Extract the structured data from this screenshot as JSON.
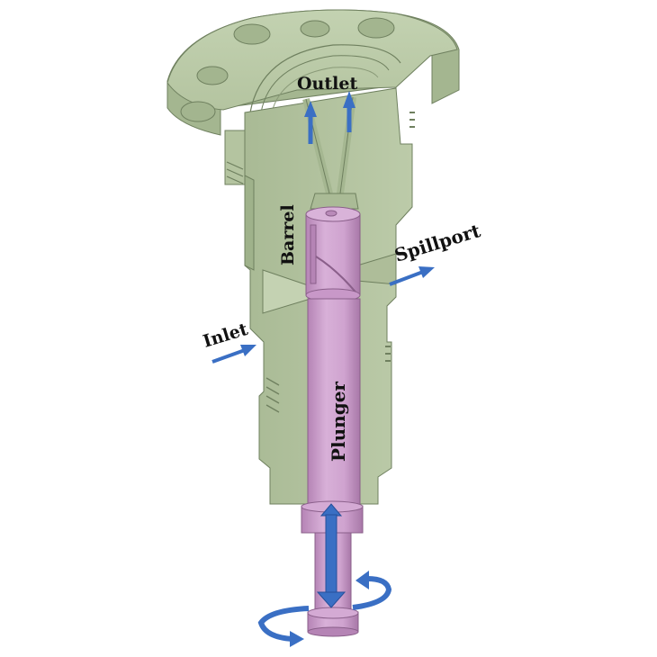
{
  "diagram": {
    "subject": "Fuel injection pump element cross-section",
    "labels": {
      "outlet": "Outlet",
      "barrel": "Barrel",
      "spillport": "Spillport",
      "inlet": "Inlet",
      "plunger": "Plunger"
    },
    "components": [
      {
        "name": "Barrel",
        "color": "#b9c9a6"
      },
      {
        "name": "Plunger",
        "color": "#cfa3cf"
      }
    ],
    "arrows": [
      {
        "name": "outlet-flow-left",
        "direction": "up"
      },
      {
        "name": "outlet-flow-right",
        "direction": "up"
      },
      {
        "name": "spillport-flow",
        "direction": "out-right"
      },
      {
        "name": "inlet-flow",
        "direction": "in-right"
      },
      {
        "name": "plunger-stroke",
        "direction": "up-down"
      },
      {
        "name": "plunger-rotation",
        "direction": "rotate"
      }
    ],
    "colors": {
      "barrel_face": "#b9c9a6",
      "barrel_shadow": "#9fb28b",
      "barrel_edge": "#6f805f",
      "plunger_face": "#cfa3cf",
      "plunger_shadow": "#b584b5",
      "plunger_edge": "#8a5f8a",
      "arrow_blue": "#3a6fc4",
      "arrow_dark": "#254f9a",
      "label": "#111111"
    }
  }
}
